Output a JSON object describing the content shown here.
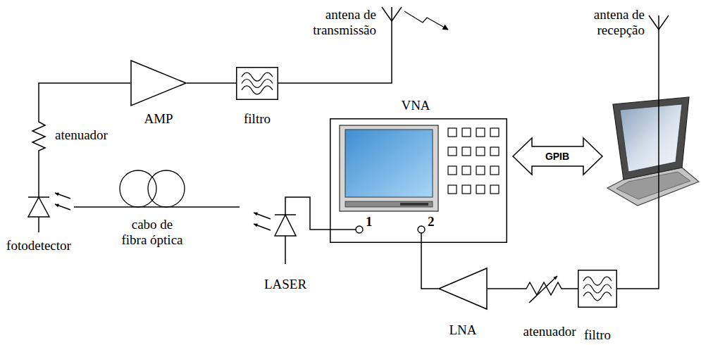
{
  "diagram": {
    "nodes": [
      {
        "text": [
          "antena de transmissão"
        ]
      },
      {
        "text": [
          "AMP"
        ]
      },
      {
        "text": [
          "filtro"
        ]
      },
      {
        "text": [
          "atenuador"
        ]
      },
      {
        "text": [
          "VNA",
          "1",
          "2"
        ]
      },
      {
        "text": [
          "fotodetector"
        ]
      },
      {
        "text": [
          "cabo de fibra óptica"
        ]
      },
      {
        "text": [
          "LASER"
        ]
      },
      {
        "text": [
          "antena de recepção"
        ]
      },
      {
        "text": [
          "LNA"
        ]
      },
      {
        "text": [
          "atenuador"
        ]
      },
      {
        "text": [
          "filtro"
        ]
      }
    ],
    "edges": [
      {
        "from": 5,
        "to": 3,
        "arrow": "none"
      },
      {
        "from": 3,
        "to": 1,
        "arrow": "none"
      },
      {
        "from": 1,
        "to": 2,
        "arrow": "none"
      },
      {
        "from": 2,
        "to": 0,
        "arrow": "none"
      },
      {
        "from": 6,
        "to": 5,
        "arrow": "none"
      },
      {
        "from": 7,
        "to": 6,
        "arrow": "none"
      },
      {
        "from": 4,
        "to": 7,
        "arrow": "none"
      },
      {
        "from": 4,
        "to": 9,
        "arrow": "none"
      },
      {
        "from": 9,
        "to": 10,
        "arrow": "none"
      },
      {
        "from": 10,
        "to": 11,
        "arrow": "none"
      },
      {
        "from": 11,
        "to": 8,
        "arrow": "none"
      }
    ],
    "labels": [
      "GPIB"
    ]
  }
}
